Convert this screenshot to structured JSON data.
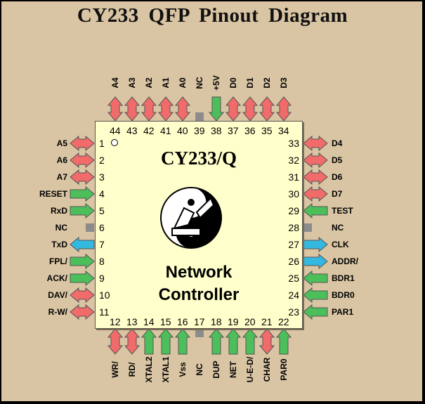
{
  "title": "CY233   QFP  Pinout Diagram",
  "chip": {
    "name": "CY233/Q",
    "function_line1": "Network",
    "function_line2": "Controller"
  },
  "colors": {
    "bidirectional": "#F26B6B",
    "input": "#4DBF5A",
    "output": "#33B8E0",
    "no_connect": "#8C8C8C",
    "package": "#FFFFCC",
    "background": "#D9C5A3"
  },
  "pins": {
    "left": [
      {
        "num": "1",
        "name": "A5",
        "type": "bidir"
      },
      {
        "num": "2",
        "name": "A6",
        "type": "bidir"
      },
      {
        "num": "3",
        "name": "A7",
        "type": "bidir"
      },
      {
        "num": "4",
        "name": "RESET",
        "type": "in"
      },
      {
        "num": "5",
        "name": "RxD",
        "type": "in"
      },
      {
        "num": "6",
        "name": "NC",
        "type": "nc"
      },
      {
        "num": "7",
        "name": "TxD",
        "type": "out"
      },
      {
        "num": "8",
        "name": "FPL/",
        "type": "in"
      },
      {
        "num": "9",
        "name": "ACK/",
        "type": "in"
      },
      {
        "num": "10",
        "name": "DAV/",
        "type": "bidir"
      },
      {
        "num": "11",
        "name": "R-W/",
        "type": "bidir"
      }
    ],
    "bottom": [
      {
        "num": "12",
        "name": "WR/",
        "type": "bidir"
      },
      {
        "num": "13",
        "name": "RD/",
        "type": "bidir"
      },
      {
        "num": "14",
        "name": "XTAL2",
        "type": "in"
      },
      {
        "num": "15",
        "name": "XTAL1",
        "type": "in"
      },
      {
        "num": "16",
        "name": "Vss",
        "type": "in"
      },
      {
        "num": "17",
        "name": "NC",
        "type": "nc"
      },
      {
        "num": "18",
        "name": "DUP",
        "type": "in"
      },
      {
        "num": "19",
        "name": "NET",
        "type": "in"
      },
      {
        "num": "20",
        "name": "U-E-D/",
        "type": "in"
      },
      {
        "num": "21",
        "name": "CHAR",
        "type": "bidir"
      },
      {
        "num": "22",
        "name": "PAR0",
        "type": "in"
      }
    ],
    "right": [
      {
        "num": "23",
        "name": "PAR1",
        "type": "in"
      },
      {
        "num": "24",
        "name": "BDR0",
        "type": "in"
      },
      {
        "num": "25",
        "name": "BDR1",
        "type": "in"
      },
      {
        "num": "26",
        "name": "ADDR/",
        "type": "out"
      },
      {
        "num": "27",
        "name": "CLK",
        "type": "out"
      },
      {
        "num": "28",
        "name": "NC",
        "type": "nc"
      },
      {
        "num": "29",
        "name": "TEST",
        "type": "in"
      },
      {
        "num": "30",
        "name": "D7",
        "type": "bidir"
      },
      {
        "num": "31",
        "name": "D6",
        "type": "bidir"
      },
      {
        "num": "32",
        "name": "D5",
        "type": "bidir"
      },
      {
        "num": "33",
        "name": "D4",
        "type": "bidir"
      }
    ],
    "top": [
      {
        "num": "34",
        "name": "D3",
        "type": "bidir"
      },
      {
        "num": "35",
        "name": "D2",
        "type": "bidir"
      },
      {
        "num": "36",
        "name": "D1",
        "type": "bidir"
      },
      {
        "num": "37",
        "name": "D0",
        "type": "bidir"
      },
      {
        "num": "38",
        "name": "+5V",
        "type": "in"
      },
      {
        "num": "39",
        "name": "NC",
        "type": "nc"
      },
      {
        "num": "40",
        "name": "A0",
        "type": "bidir"
      },
      {
        "num": "41",
        "name": "A1",
        "type": "bidir"
      },
      {
        "num": "42",
        "name": "A2",
        "type": "bidir"
      },
      {
        "num": "43",
        "name": "A3",
        "type": "bidir"
      },
      {
        "num": "44",
        "name": "A4",
        "type": "bidir"
      }
    ]
  }
}
